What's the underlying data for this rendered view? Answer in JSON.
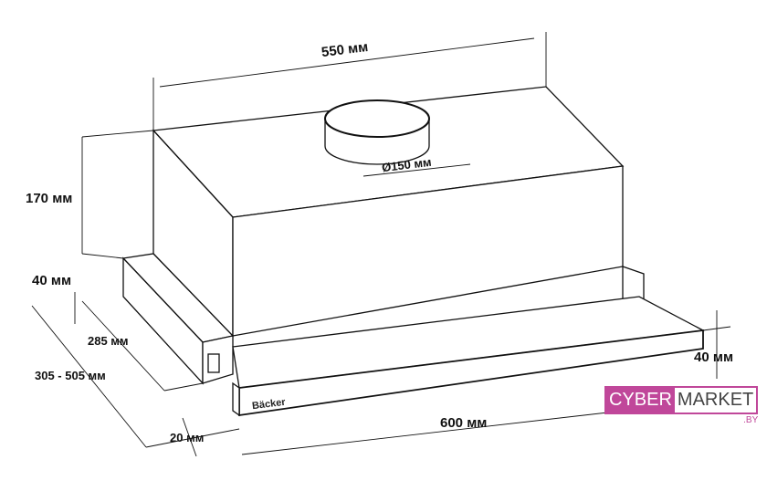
{
  "dimensions": {
    "width_top": "550 мм",
    "duct_diameter": "Ø150 мм",
    "height_body": "170 мм",
    "height_base": "40 мм",
    "depth_fixed": "285 мм",
    "depth_range": "305 - 505 мм",
    "panel_offset": "20 мм",
    "width_front": "600 мм",
    "panel_height": "40 мм"
  },
  "product_brand": "Bäcker",
  "watermark": {
    "part1": "CYBER",
    "part2": "MARKET",
    "suffix": ".BY",
    "color": "#c0479a"
  }
}
